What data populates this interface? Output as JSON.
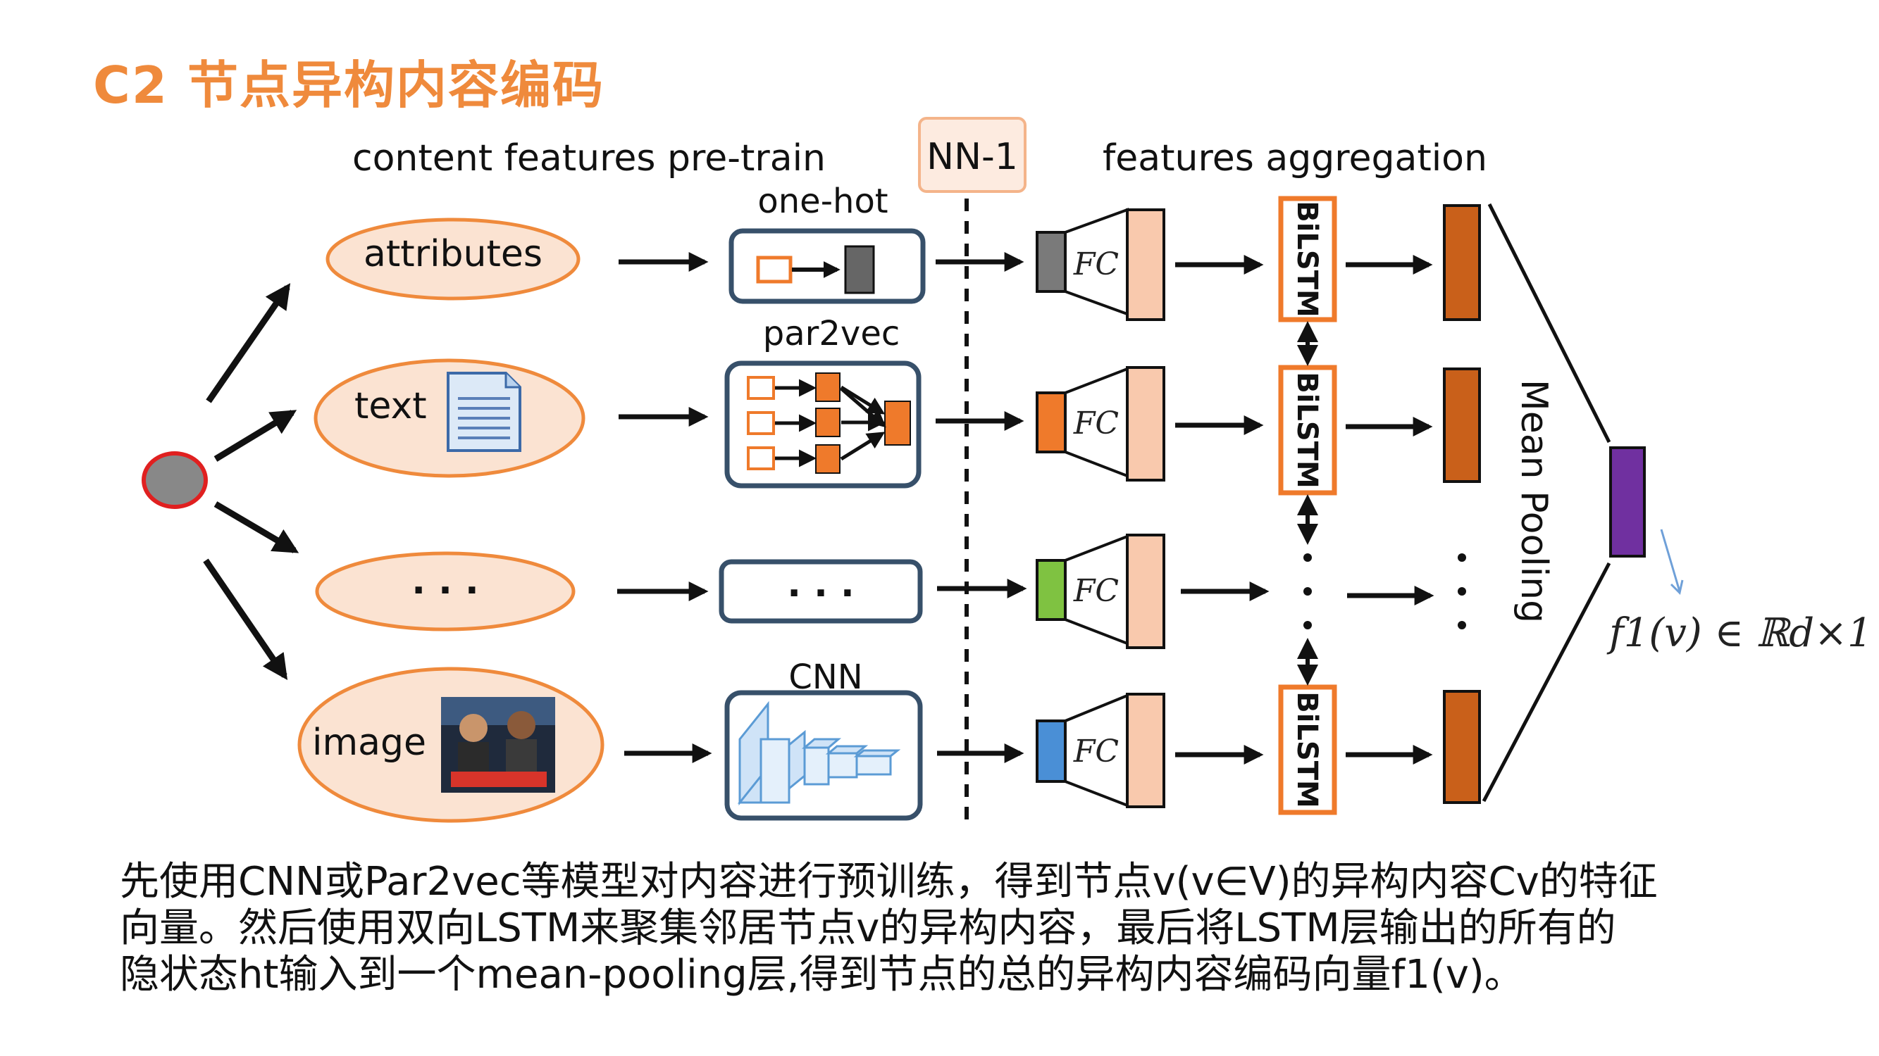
{
  "slide": {
    "title": "C2 节点异构内容编码"
  },
  "diagram": {
    "section_left": "content features pre-train",
    "section_right": "features aggregation",
    "nn_badge": "NN-1",
    "inputs": [
      {
        "label": "attributes",
        "encoder": "one-hot"
      },
      {
        "label": "text",
        "encoder": "par2vec"
      },
      {
        "label": "· · ·",
        "encoder": ""
      },
      {
        "label": "image",
        "encoder": "CNN"
      }
    ],
    "fc_label": "FC",
    "bilstm_label": "BiLSTM",
    "pooling_label": "Mean Pooling",
    "output_formula": "f1(v) ∈ ℝd×1",
    "ellipsis_box": "· · ·",
    "colors": {
      "accent_orange": "#ef8a3c",
      "ellipse_fill": "#fbe3d2",
      "ellipse_stroke": "#ef8a3c",
      "fc_attributes": "#7a7a7a",
      "fc_text": "#ef7a2b",
      "fc_misc": "#7fc241",
      "fc_image": "#4a8fd6",
      "hidden_fill": "#f9c9ad",
      "output_bar": "#c9601a",
      "final_vector": "#7030a0",
      "node_fill": "#888888",
      "node_stroke": "#e02020",
      "box_stroke": "#37506a"
    }
  },
  "caption": {
    "line1": "先使用CNN或Par2vec等模型对内容进行预训练，得到节点v(v∈V)的异构内容Cv的特征",
    "line2": "向量。然后使用双向LSTM来聚集邻居节点v的异构内容，最后将LSTM层输出的所有的",
    "line3": "隐状态ht输入到一个mean-pooling层,得到节点的总的异构内容编码向量f1(v)。"
  }
}
